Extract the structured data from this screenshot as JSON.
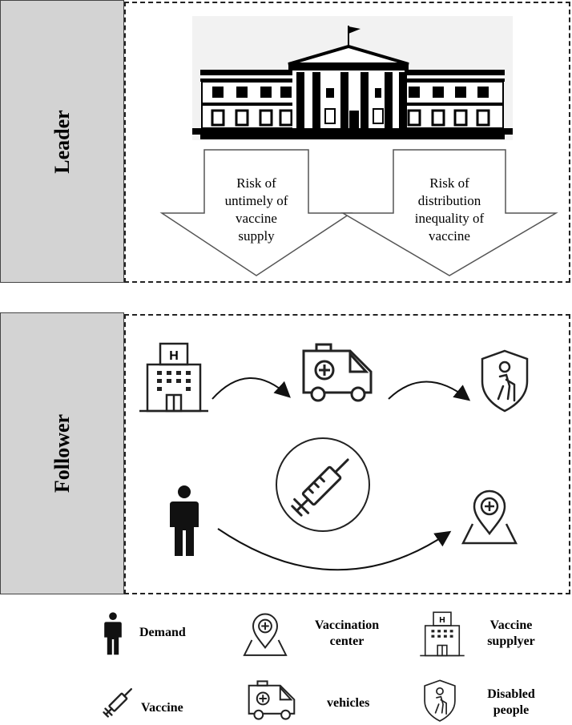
{
  "leader": {
    "label": "Leader",
    "risk_left": [
      "Risk of",
      "untimely of",
      "vaccine",
      "supply"
    ],
    "risk_right": [
      "Risk of",
      "distribution",
      "inequality of",
      "vaccine"
    ]
  },
  "follower": {
    "label": "Follower"
  },
  "legend": {
    "demand": "Demand",
    "vaccination_center": [
      "Vaccination",
      "center"
    ],
    "vaccine_supplyer": [
      "Vaccine",
      "supplyer"
    ],
    "vaccine": "Vaccine",
    "vehicles": "vehicles",
    "disabled_people": [
      "Disabled",
      "people"
    ]
  },
  "colors": {
    "side_panel": "#d3d3d3",
    "line": "#222222"
  },
  "icons": [
    "government-building-icon",
    "hospital-icon",
    "ambulance-icon",
    "disabled-person-shield-icon",
    "syringe-icon",
    "person-icon",
    "location-pin-map-icon"
  ]
}
